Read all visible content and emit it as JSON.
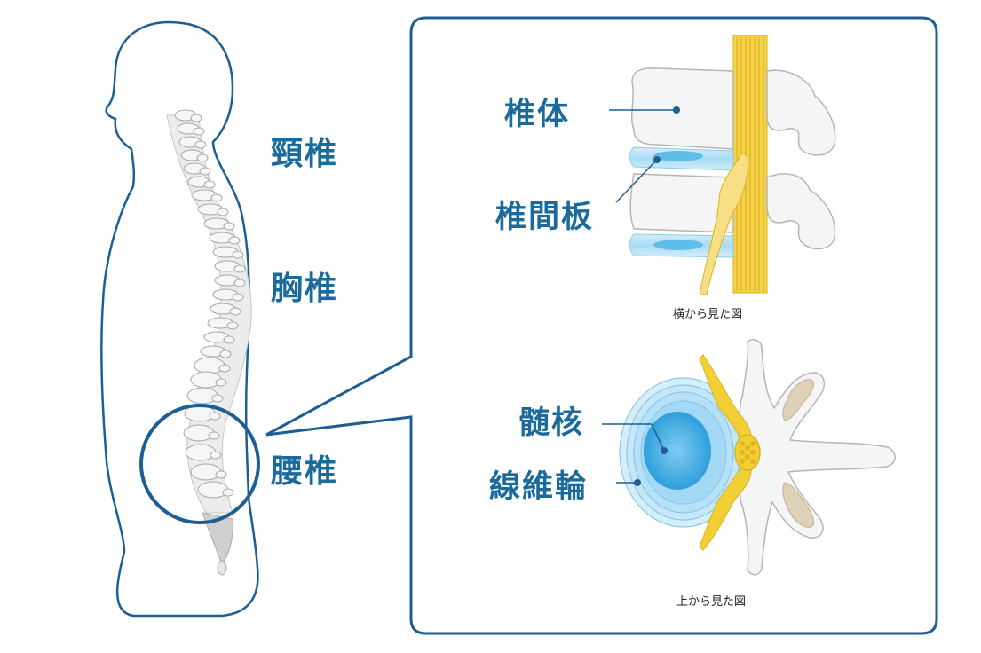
{
  "spine_regions": {
    "cervical": "頸椎",
    "thoracic": "胸椎",
    "lumbar": "腰椎"
  },
  "side_view": {
    "vertebral_body": "椎体",
    "intervertebral_disc": "椎間板",
    "caption": "横から見た図"
  },
  "top_view": {
    "nucleus_pulposus": "髄核",
    "annulus_fibrosus": "線維輪",
    "caption": "上から見た図"
  },
  "colors": {
    "outline": "#1d5f95",
    "label": "#1a6a9c",
    "bone": "#f4f4f4",
    "bone_stroke": "#b8b8b8",
    "nerve": "#f1cf35",
    "disc": "#bfe3f6",
    "nucleus": "#46b1e6"
  }
}
